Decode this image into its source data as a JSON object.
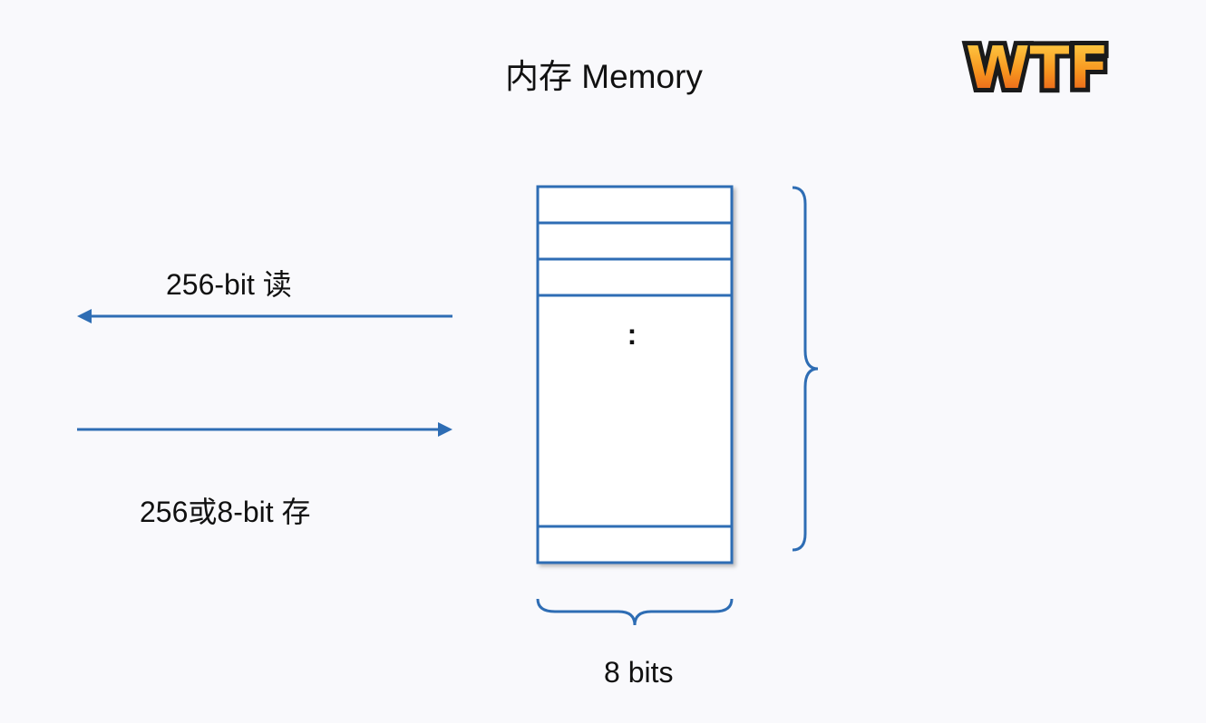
{
  "title": "内存 Memory",
  "read_label": "256-bit 读",
  "write_label": "256或8-bit 存",
  "width_label": "8 bits",
  "ellipsis": ":",
  "logo_text": "WTF",
  "colors": {
    "line": "#2e6db4",
    "logo_orange": "#f26a14",
    "logo_yellow": "#ffc93a",
    "logo_outline": "#1a1a1a"
  }
}
